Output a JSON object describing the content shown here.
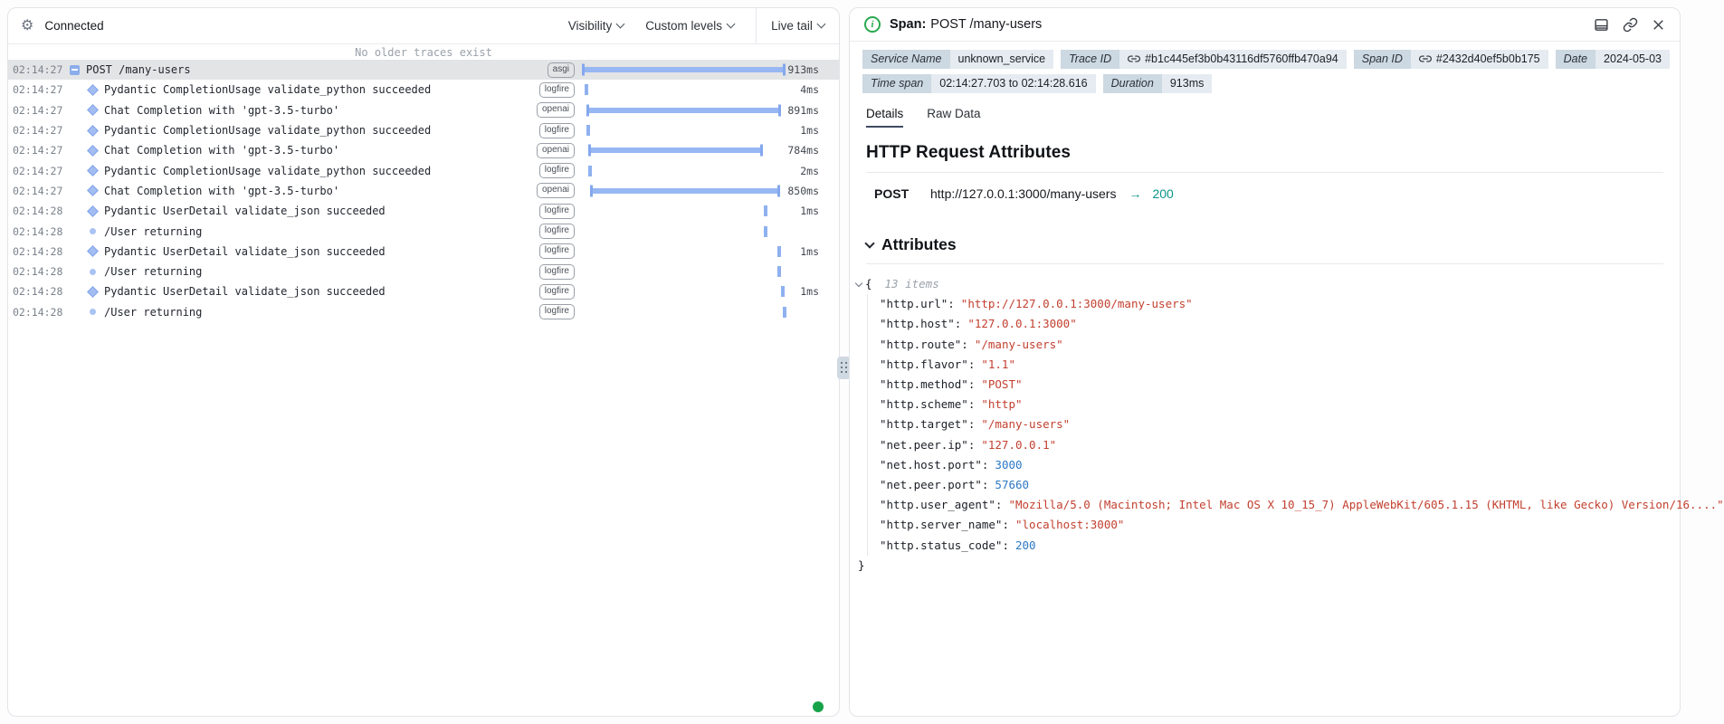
{
  "icons": {
    "gear": "⚙",
    "info_letter": "i"
  },
  "colors": {
    "bar_blue": "#97b7f3",
    "selected_row": "#e3e4e6",
    "status_teal": "#0d9488",
    "connected_green": "#17a24a",
    "json_string": "#c2402f",
    "json_number": "#2d77c4"
  },
  "left_panel": {
    "header": {
      "connected_label": "Connected",
      "visibility_label": "Visibility",
      "custom_levels_label": "Custom levels",
      "live_tail_label": "Live tail"
    },
    "empty_notice": "No older traces exist",
    "rows": [
      {
        "time": "02:14:27",
        "icon": "toggle-minus",
        "label": "POST /many-users",
        "tag": "asgi",
        "selected": true,
        "duration": "913ms",
        "bar": {
          "type": "bar",
          "left": 0,
          "width": 100
        }
      },
      {
        "time": "02:14:27",
        "icon": "diamond",
        "label": "Pydantic CompletionUsage validate_python succeeded",
        "tag": "logfire",
        "duration": "4ms",
        "bar": {
          "type": "tick",
          "left": 0.9
        }
      },
      {
        "time": "02:14:27",
        "icon": "diamond",
        "label": "Chat Completion with 'gpt-3.5-turbo'",
        "tag": "openai",
        "duration": "891ms",
        "bar": {
          "type": "bar",
          "left": 2.2,
          "width": 95.5
        }
      },
      {
        "time": "02:14:27",
        "icon": "diamond",
        "label": "Pydantic CompletionUsage validate_python succeeded",
        "tag": "logfire",
        "duration": "1ms",
        "bar": {
          "type": "tick",
          "left": 1.8
        }
      },
      {
        "time": "02:14:27",
        "icon": "diamond",
        "label": "Chat Completion with 'gpt-3.5-turbo'",
        "tag": "openai",
        "duration": "784ms",
        "bar": {
          "type": "bar",
          "left": 3.1,
          "width": 85.7
        }
      },
      {
        "time": "02:14:27",
        "icon": "diamond",
        "label": "Pydantic CompletionUsage validate_python succeeded",
        "tag": "logfire",
        "duration": "2ms",
        "bar": {
          "type": "tick",
          "left": 2.7
        }
      },
      {
        "time": "02:14:27",
        "icon": "diamond",
        "label": "Chat Completion with 'gpt-3.5-turbo'",
        "tag": "openai",
        "duration": "850ms",
        "bar": {
          "type": "bar",
          "left": 4.0,
          "width": 93.3
        }
      },
      {
        "time": "02:14:28",
        "icon": "diamond",
        "label": "Pydantic UserDetail validate_json succeeded",
        "tag": "logfire",
        "duration": "1ms",
        "bar": {
          "type": "tick",
          "left": 89.7
        }
      },
      {
        "time": "02:14:28",
        "icon": "circle",
        "label": "/User returning",
        "tag": "logfire",
        "duration": "",
        "bar": {
          "type": "tick",
          "left": 89.7
        }
      },
      {
        "time": "02:14:28",
        "icon": "diamond",
        "label": "Pydantic UserDetail validate_json succeeded",
        "tag": "logfire",
        "duration": "1ms",
        "bar": {
          "type": "tick",
          "left": 96.4
        }
      },
      {
        "time": "02:14:28",
        "icon": "circle",
        "label": "/User returning",
        "tag": "logfire",
        "duration": "",
        "bar": {
          "type": "tick",
          "left": 96.4
        }
      },
      {
        "time": "02:14:28",
        "icon": "diamond",
        "label": "Pydantic UserDetail validate_json succeeded",
        "tag": "logfire",
        "duration": "1ms",
        "bar": {
          "type": "tick",
          "left": 98.4
        }
      },
      {
        "time": "02:14:28",
        "icon": "circle",
        "label": "/User returning",
        "tag": "logfire",
        "duration": "",
        "bar": {
          "type": "tick",
          "left": 99.2
        }
      }
    ]
  },
  "right_panel": {
    "header": {
      "kind_label": "Span:",
      "title": "POST /many-users"
    },
    "badges": {
      "service_name": {
        "label": "Service Name",
        "value": "unknown_service"
      },
      "trace_id": {
        "label": "Trace ID",
        "value": "#b1c445ef3b0b43116df5760ffb470a94"
      },
      "span_id": {
        "label": "Span ID",
        "value": "#2432d40ef5b0b175"
      },
      "date": {
        "label": "Date",
        "value": "2024-05-03"
      },
      "time_span": {
        "label": "Time span",
        "value": "02:14:27.703 to 02:14:28.616"
      },
      "duration": {
        "label": "Duration",
        "value": "913ms"
      }
    },
    "tabs": [
      {
        "label": "Details"
      },
      {
        "label": "Raw Data"
      }
    ],
    "http_section": {
      "heading": "HTTP Request Attributes",
      "method": "POST",
      "url": "http://127.0.0.1:3000/many-users",
      "arrow": "→",
      "status_code": "200"
    },
    "attributes_section": {
      "heading": "Attributes",
      "items_count_label": "13 items",
      "open_brace": "{",
      "close_brace": "}",
      "entries": [
        {
          "key": "http.url",
          "value": "http://127.0.0.1:3000/many-users",
          "type": "string"
        },
        {
          "key": "http.host",
          "value": "127.0.0.1:3000",
          "type": "string"
        },
        {
          "key": "http.route",
          "value": "/many-users",
          "type": "string"
        },
        {
          "key": "http.flavor",
          "value": "1.1",
          "type": "string"
        },
        {
          "key": "http.method",
          "value": "POST",
          "type": "string"
        },
        {
          "key": "http.scheme",
          "value": "http",
          "type": "string"
        },
        {
          "key": "http.target",
          "value": "/many-users",
          "type": "string"
        },
        {
          "key": "net.peer.ip",
          "value": "127.0.0.1",
          "type": "string"
        },
        {
          "key": "net.host.port",
          "value": "3000",
          "type": "number"
        },
        {
          "key": "net.peer.port",
          "value": "57660",
          "type": "number"
        },
        {
          "key": "http.user_agent",
          "value": "Mozilla/5.0 (Macintosh; Intel Mac OS X 10_15_7) AppleWebKit/605.1.15 (KHTML, like Gecko) Version/16....",
          "type": "string"
        },
        {
          "key": "http.server_name",
          "value": "localhost:3000",
          "type": "string"
        },
        {
          "key": "http.status_code",
          "value": "200",
          "type": "number"
        }
      ]
    }
  }
}
